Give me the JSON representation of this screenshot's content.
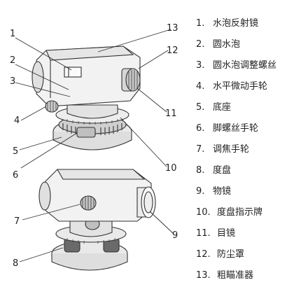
{
  "callouts": [
    {
      "n": "1"
    },
    {
      "n": "2"
    },
    {
      "n": "3"
    },
    {
      "n": "4"
    },
    {
      "n": "5"
    },
    {
      "n": "6"
    },
    {
      "n": "7"
    },
    {
      "n": "8"
    },
    {
      "n": "9"
    },
    {
      "n": "10"
    },
    {
      "n": "11"
    },
    {
      "n": "12"
    },
    {
      "n": "13"
    }
  ],
  "legend": [
    {
      "num": "1.",
      "label": "水泡反射镜"
    },
    {
      "num": "2.",
      "label": "圆水泡"
    },
    {
      "num": "3.",
      "label": "圆水泡调整螺丝"
    },
    {
      "num": "4.",
      "label": "水平微动手轮"
    },
    {
      "num": "5.",
      "label": "底座"
    },
    {
      "num": "6.",
      "label": "脚螺丝手轮"
    },
    {
      "num": "7.",
      "label": "调焦手轮"
    },
    {
      "num": "8.",
      "label": "度盘"
    },
    {
      "num": "9.",
      "label": "物镜"
    },
    {
      "num": "10.",
      "label": "度盘指示牌"
    },
    {
      "num": "11.",
      "label": "目镜"
    },
    {
      "num": "12.",
      "label": "防尘罩"
    },
    {
      "num": "13.",
      "label": "粗瞄准器"
    }
  ]
}
